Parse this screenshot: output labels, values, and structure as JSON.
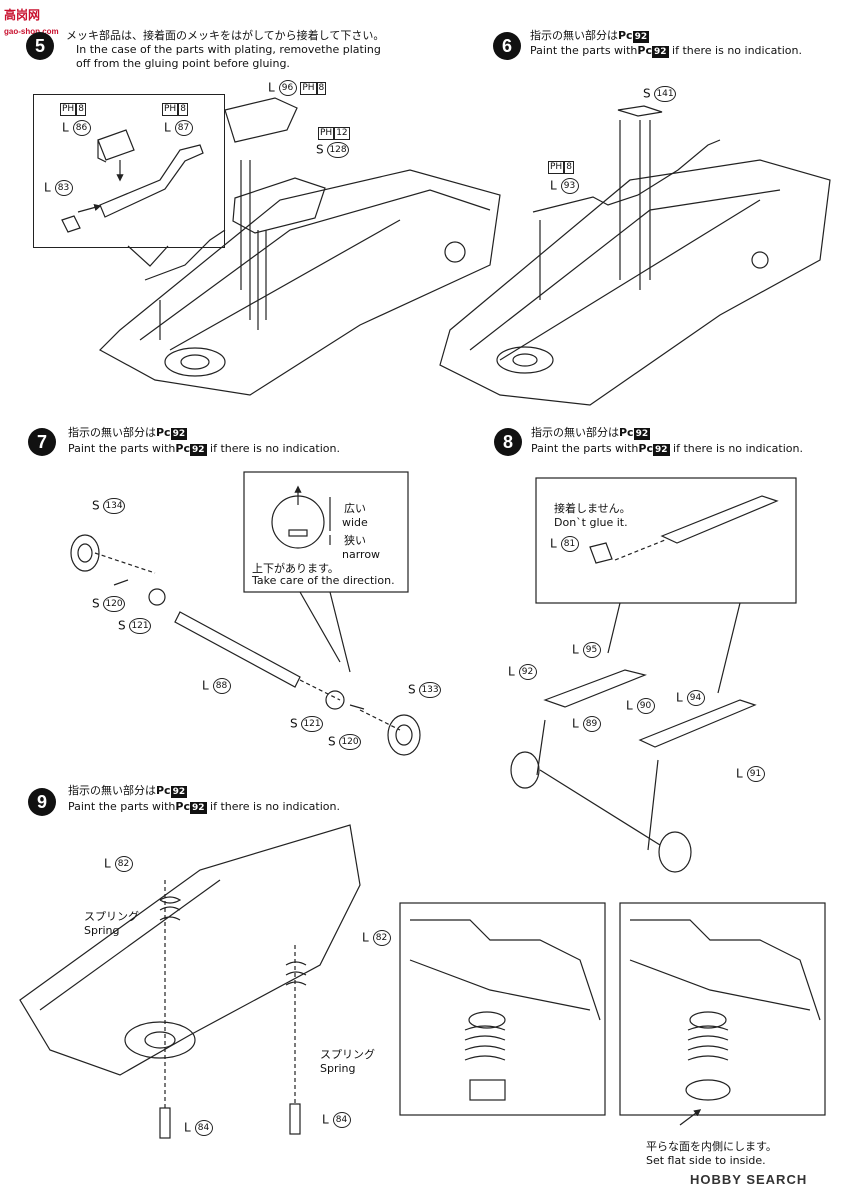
{
  "watermark": {
    "top": "高岗网",
    "url": "gao-shop.com"
  },
  "footer": {
    "brand": "HOBBY SEARCH"
  },
  "steps": {
    "s5": {
      "num": "5",
      "jp": "メッキ部品は、接着面のメッキをはがしてから接着して下さい。",
      "en1": "In the case of the parts with plating, removethe plating",
      "en2": "off from the gluing point before gluing."
    },
    "s6": {
      "num": "6",
      "jp": "指示の無い部分は",
      "en": "Paint the parts with",
      "en_tail": "if there is no indication."
    },
    "s7": {
      "num": "7",
      "jp": "指示の無い部分は",
      "en": "Paint the parts with",
      "en_tail": "if there is no indication.",
      "note_wide_jp": "広い",
      "note_wide": "wide",
      "note_narrow_jp": "狭い",
      "note_narrow": "narrow",
      "note_dir_jp": "上下があります。",
      "note_dir": "Take care of the direction."
    },
    "s8": {
      "num": "8",
      "jp": "指示の無い部分は",
      "en": "Paint the parts with",
      "en_tail": "if there is no indication.",
      "noglue_jp": "接着しません。",
      "noglue": "Don`t glue it."
    },
    "s9": {
      "num": "9",
      "jp": "指示の無い部分は",
      "en": "Paint the parts with",
      "en_tail": "if there is no indication.",
      "spring_jp": "スプリング",
      "spring": "Spring",
      "flat_jp": "平らな面を内側にします。",
      "flat": "Set flat side to inside."
    }
  },
  "paint": {
    "pc": "Pc",
    "pc_no": "92",
    "ph": "PH",
    "ph8": "8",
    "ph12": "12"
  },
  "parts": {
    "L": "L",
    "S": "S",
    "p86": "86",
    "p87": "87",
    "p83": "83",
    "p96": "96",
    "p128": "128",
    "p141": "141",
    "p93": "93",
    "p134": "134",
    "p120": "120",
    "p121": "121",
    "p88": "88",
    "p133": "133",
    "p81": "81",
    "p95": "95",
    "p92": "92",
    "p89": "89",
    "p90": "90",
    "p94": "94",
    "p91": "91",
    "p82": "82",
    "p84": "84"
  }
}
